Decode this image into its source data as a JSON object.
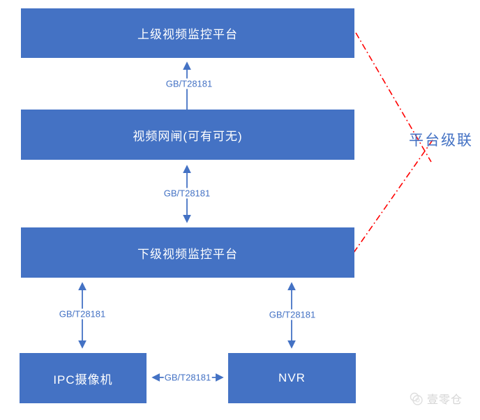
{
  "diagram": {
    "boxes": [
      {
        "name": "upper-platform",
        "label": "上级视频监控平台"
      },
      {
        "name": "video-gateway",
        "label": "视频网闸(可有可无)"
      },
      {
        "name": "lower-platform",
        "label": "下级视频监控平台"
      },
      {
        "name": "ipc-camera",
        "label": "IPC摄像机"
      },
      {
        "name": "nvr",
        "label": "NVR"
      }
    ],
    "connections": [
      {
        "from": "video-gateway",
        "to": "upper-platform",
        "label": "GB/T28181",
        "arrow": "single-up"
      },
      {
        "from": "video-gateway",
        "to": "lower-platform",
        "label": "GB/T28181",
        "arrow": "double"
      },
      {
        "from": "lower-platform",
        "to": "ipc-camera",
        "label": "GB/T28181",
        "arrow": "double"
      },
      {
        "from": "lower-platform",
        "to": "nvr",
        "label": "GB/T28181",
        "arrow": "double"
      },
      {
        "from": "ipc-camera",
        "to": "nvr",
        "label": "GB/T28181",
        "arrow": "double"
      }
    ],
    "annotation": {
      "label": "平台级联",
      "text_color": "#4472C4",
      "line_color": "#FF0000",
      "line_style": "dash-dot"
    },
    "colors": {
      "box_fill": "#4472C4",
      "box_text": "#FFFFFF",
      "connector": "#4472C4",
      "connector_label": "#4472C4"
    }
  },
  "watermark": {
    "text": "壹零仓",
    "color": "#D5D5D5"
  }
}
